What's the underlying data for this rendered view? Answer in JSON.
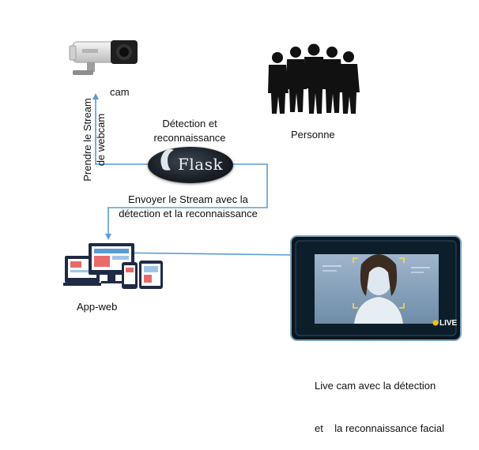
{
  "nodes": {
    "cam": {
      "label": "cam",
      "icon": "cctv-camera-icon"
    },
    "personne": {
      "label": "Personne",
      "icon": "people-group-icon"
    },
    "flask": {
      "logo_text": "Flask",
      "caption_line1": "Détection et",
      "caption_line2": "reconnaissance",
      "icon": "flask-logo-icon"
    },
    "appweb": {
      "label": "App-web",
      "icon": "devices-icon"
    },
    "livecam": {
      "line1": "Live cam avec la détection",
      "line2": "et    la reconnaissance facial",
      "badge": "LIVE",
      "icon": "face-scan-screen-icon"
    }
  },
  "edges": {
    "stream_label_line1": "Prendre le Stream",
    "stream_label_line2": "de webcam",
    "send_label_line1": "Envoyer le Stream avec la",
    "send_label_line2": "détection et la reconnaissance"
  },
  "colors": {
    "arrow": "#5b9bd5"
  }
}
